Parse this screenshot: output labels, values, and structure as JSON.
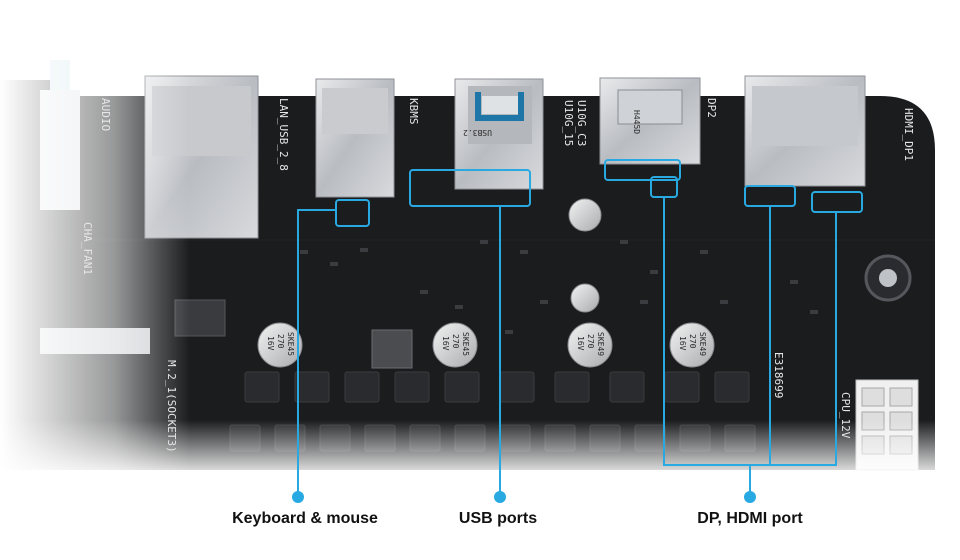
{
  "callouts": [
    {
      "label": "Keyboard & mouse"
    },
    {
      "label": "USB ports"
    },
    {
      "label": "DP, HDMI port"
    }
  ],
  "silkscreen": {
    "audio": "AUDIO",
    "lan_usb": "LAN_USB_2_8",
    "kbms": "KBMS",
    "u10g": "U10G_15",
    "u10g_c3": "U10G_C3",
    "dp2": "DP2",
    "hdmi_dp1": "HDMI_DP1",
    "cha_fan": "CHA_FAN1",
    "m2": "M.2_1(SOCKET3)",
    "cpu": "CPU_12V",
    "usb_label": "USB3.2",
    "h445": "H445D",
    "e_mark": "E318699"
  },
  "capacitors": [
    {
      "line1": "16V",
      "line2": "270",
      "line3": "SKE45"
    },
    {
      "line1": "16V",
      "line2": "270",
      "line3": "SKE45"
    },
    {
      "line1": "16V",
      "line2": "270",
      "line3": "SKE49"
    },
    {
      "line1": "16V",
      "line2": "270",
      "line3": "SKE49"
    }
  ],
  "colors": {
    "accent": "#29a9e1",
    "board": "#1b1c1e",
    "label": "#111111"
  }
}
